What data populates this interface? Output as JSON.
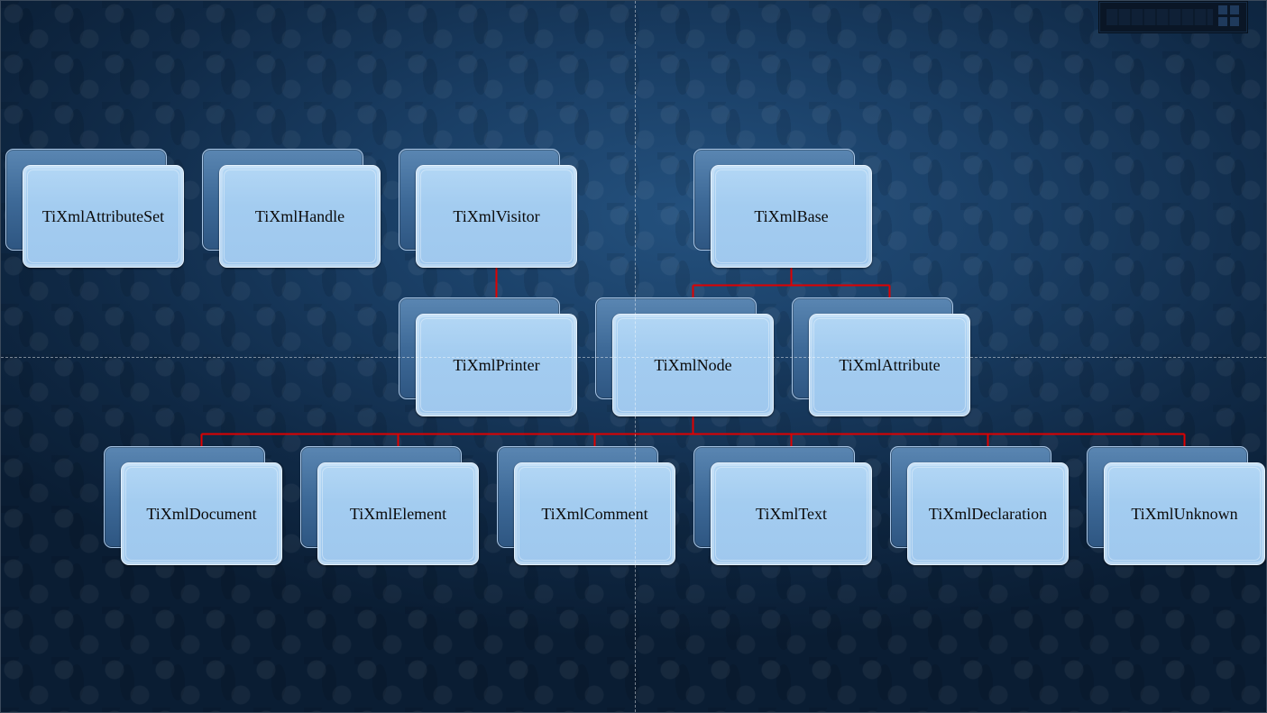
{
  "diagram": {
    "connector_color": "#e00000",
    "nodes": {
      "attributeset": "TiXmlAttributeSet",
      "handle": "TiXmlHandle",
      "visitor": "TiXmlVisitor",
      "base": "TiXmlBase",
      "printer": "TiXmlPrinter",
      "node": "TiXmlNode",
      "attribute": "TiXmlAttribute",
      "document": "TiXmlDocument",
      "element": "TiXmlElement",
      "comment": "TiXmlComment",
      "text": "TiXmlText",
      "declaration": "TiXmlDeclaration",
      "unknown": "TiXmlUnknown"
    },
    "edges": [
      [
        "visitor",
        "printer"
      ],
      [
        "base",
        "node"
      ],
      [
        "base",
        "attribute"
      ],
      [
        "node",
        "document"
      ],
      [
        "node",
        "element"
      ],
      [
        "node",
        "comment"
      ],
      [
        "node",
        "text"
      ],
      [
        "node",
        "declaration"
      ],
      [
        "node",
        "unknown"
      ]
    ]
  },
  "toolbar": {
    "grid_icon": "grid-view-icon"
  }
}
